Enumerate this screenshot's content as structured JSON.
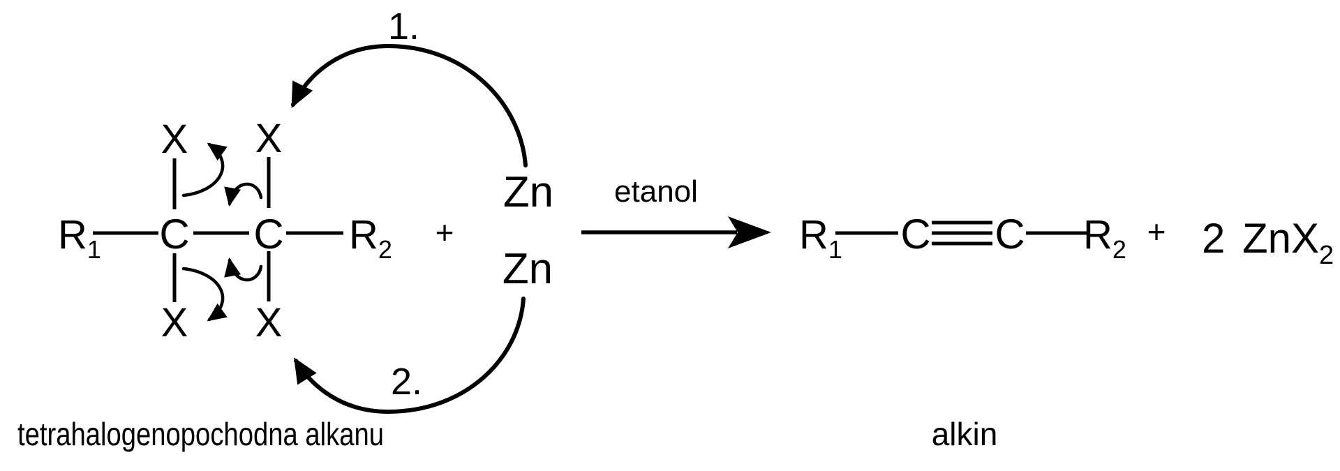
{
  "colors": {
    "halogen_blue": "#1414eb",
    "ink_black": "#000000"
  },
  "reactant": {
    "caption": "tetrahalogenopochodna alkanu",
    "r1_base": "R",
    "r1_sub": "1",
    "c_left": "C",
    "c_right": "C",
    "r2_base": "R",
    "r2_sub": "2",
    "x_top_left": "X",
    "x_top_right": "X",
    "x_bottom_left": "X",
    "x_bottom_right": "X"
  },
  "operators": {
    "plus_left": "+",
    "plus_right": "+"
  },
  "reagent": {
    "zn_top": "Zn",
    "zn_bottom": "Zn"
  },
  "steps": {
    "step1": "1.",
    "step2": "2."
  },
  "conditions": {
    "solvent": "etanol"
  },
  "product": {
    "caption": "alkin",
    "r1_base": "R",
    "r1_sub": "1",
    "c_left": "C",
    "c_right": "C",
    "r2_base": "R",
    "r2_sub": "2"
  },
  "byproduct": {
    "coefficient": "2",
    "formula_base": "ZnX",
    "formula_sub": "2"
  }
}
